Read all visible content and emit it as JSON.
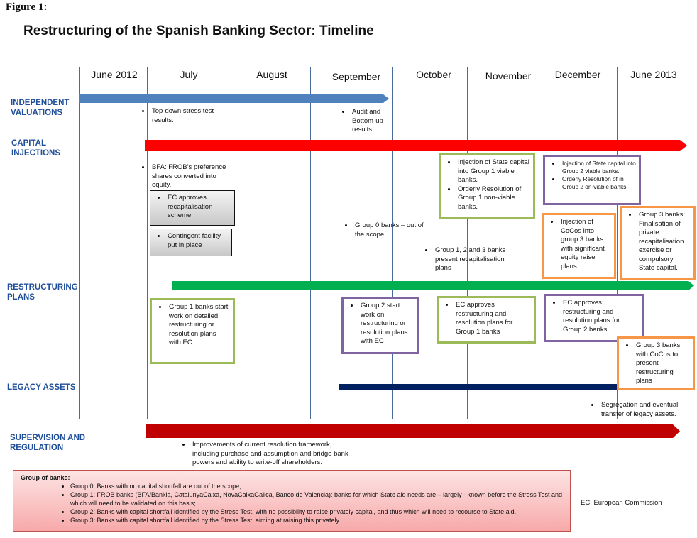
{
  "figure_label": "Figure 1:",
  "title": "Restructuring of the Spanish Banking Sector:  Timeline",
  "months": [
    "June 2012",
    "July",
    "August",
    "September",
    "October",
    "November",
    "December",
    "June 2013"
  ],
  "rows": {
    "valuations": "INDEPENDENT\nVALUATIONS",
    "capital": "CAPITAL\nINJECTIONS",
    "restructuring": "RESTRUCTURING\nPLANS",
    "legacy": "LEGACY ASSETS",
    "supervision": "SUPERVISION AND\nREGULATION"
  },
  "colors": {
    "valuations": "#4f81bd",
    "capital": "#ff0000",
    "restructuring": "#00b050",
    "legacy": "#002060",
    "supervision": "#c00000",
    "group1": "#9bbb59",
    "group2": "#8064a2",
    "group3": "#f79646"
  },
  "notes": {
    "topdown": "Top-down stress test results.",
    "audit": "Audit  and Bottom-up results.",
    "bfa": "BFA: FROB’s preference shares converted into equity.",
    "ec_recap": "EC approves recapitalisation scheme",
    "contingent": "Contingent facility put in place",
    "group0": "Group 0 banks – out of the scope",
    "g123": "Group 1, 2 and 3 banks present recapitalisation plans",
    "g1_inject": "Injection of State capital into Group 1 viable banks.",
    "g1_resolve": "Orderly Resolution of Group 1 non-viable banks.",
    "g2_inject": "Injection of State capital into Group 2 viable banks.",
    "g2_resolve": "Orderly Resolution of in Group 2 on-viable banks.",
    "cocos": "Injection of CoCos into group 3 banks with significant equity raise plans.",
    "g3_final": "Group 3 banks: Finalisation of private recapitalisation exercise or compulsory State capital.",
    "g1_start": "Group 1 banks start work on detailed restructuring or resolution plans with EC",
    "g2_start": "Group 2 start work on restructuring or resolution plans with EC",
    "ec_g1": "EC approves restructuring and resolution plans for Group 1 banks",
    "ec_g2": "EC approves restructuring and resolution plans for Group 2 banks.",
    "g3_cocos": "Group 3 banks with CoCos to present restructuring plans",
    "segregation": "Segregation and eventual transfer of legacy assets.",
    "improvements": "Improvements of current resolution framework, including purchase and assumption and bridge bank powers and ability to write-off shareholders."
  },
  "legend": {
    "title": "Group of banks:",
    "items": [
      "Group 0: Banks with no capital shortfall are out of the scope;",
      "Group 1: FROB banks (BFA/Bankia, CatalunyaCaixa, NovaCaixaGalica, Banco de Valencia): banks for which State aid needs are – largely - known before the Stress Test and which will need to be validated on this basis;",
      "Group 2: Banks with capital shortfall identified by the Stress Test, with no possibility to raise privately capital, and thus which will need to recourse to State aid.",
      "Group 3: Banks with capital shortfall identified by the Stress Test, aiming at raising this privately."
    ]
  },
  "ec_note": "EC: European Commission"
}
